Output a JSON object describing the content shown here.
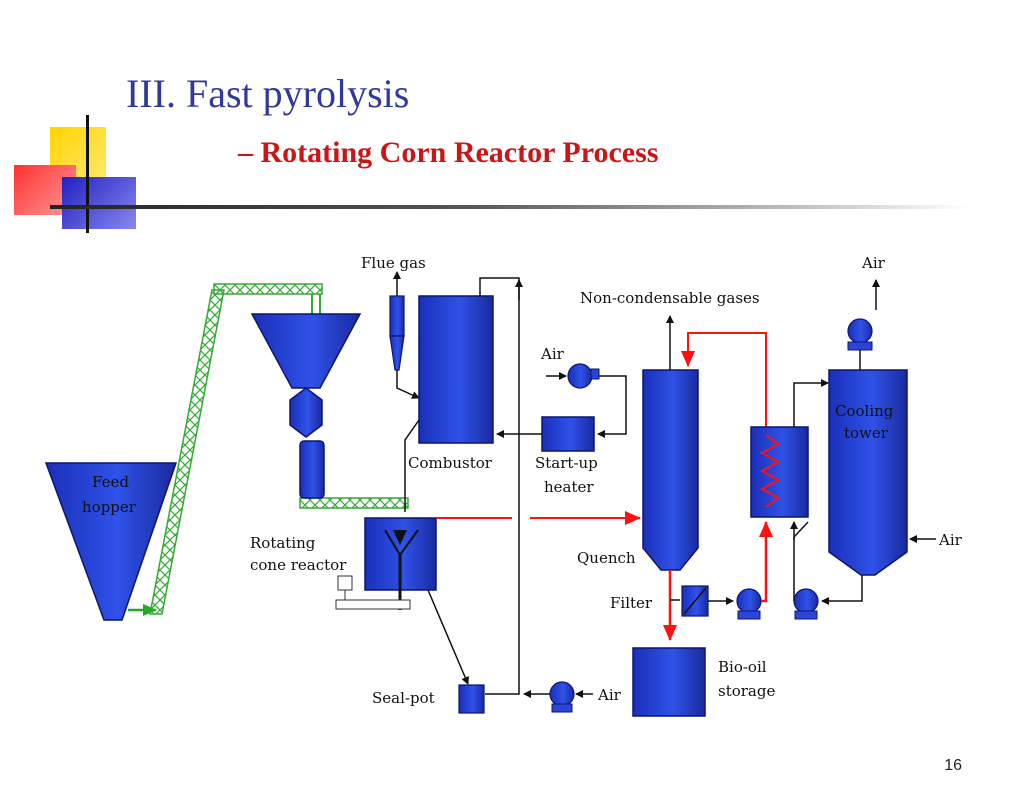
{
  "slide": {
    "title": "III. Fast pyrolysis",
    "subtitle": "– Rotating Corn Reactor Process",
    "page_number": "16"
  },
  "diagram": {
    "labels": {
      "flue_gas": "Flue gas",
      "air_top_right": "Air",
      "non_condensable": "Non-condensable gases",
      "air_blower_left": "Air",
      "cooling": "Cooling",
      "tower": "tower",
      "feed": "Feed",
      "hopper": "hopper",
      "combustor": "Combustor",
      "startup": "Start-up",
      "heater": "heater",
      "rotating": "Rotating",
      "cone_reactor": "cone reactor",
      "quench": "Quench",
      "air_right": "Air",
      "filter": "Filter",
      "biooil": "Bio-oil",
      "storage": "storage",
      "air_bottom": "Air",
      "seal_pot": "Seal-pot"
    },
    "colors": {
      "vessel": "#2b46d6",
      "vessel_dark": "#14239a",
      "conveyor": "#33aa33",
      "hot_stream": "#ff1111",
      "line": "#111111"
    }
  }
}
